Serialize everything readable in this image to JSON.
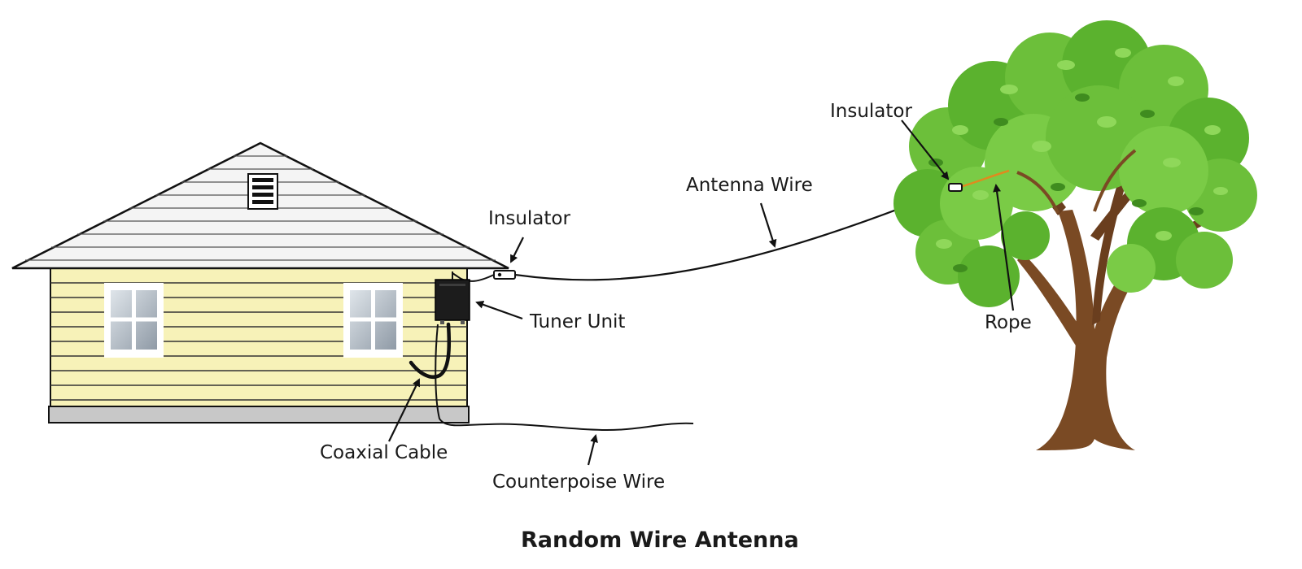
{
  "diagram": {
    "title": "Random Wire Antenna",
    "labels": {
      "insulator_house": "Insulator",
      "antenna_wire": "Antenna Wire",
      "insulator_tree": "Insulator",
      "tuner_unit": "Tuner Unit",
      "rope": "Rope",
      "coaxial_cable": "Coaxial Cable",
      "counterpoise_wire": "Counterpoise Wire"
    }
  },
  "colors": {
    "siding": "#f7f2b8",
    "roof": "#f4f4f4",
    "foundation": "#c8c8c8",
    "leaf": "#6cbf3a",
    "leaf_dark": "#4a9a26",
    "trunk": "#7a4a24",
    "rope": "#e08a1e"
  }
}
